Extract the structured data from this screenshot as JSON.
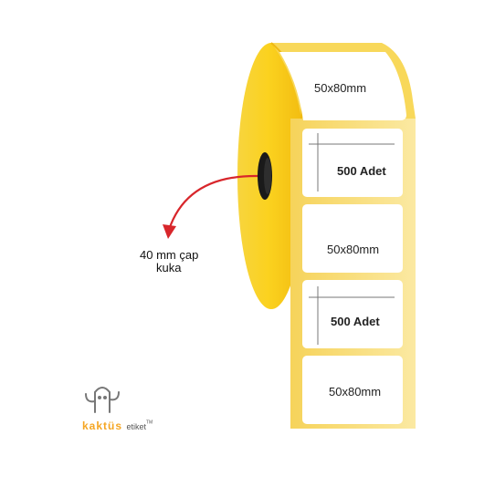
{
  "colors": {
    "roll_yellow": "#f6c71a",
    "roll_light": "#fde07a",
    "roll_dark": "#e8a90d",
    "label_border": "#f2d46a",
    "arrow_red": "#d8262b",
    "core_black": "#1a1a1a",
    "logo_orange": "#f5a623",
    "logo_gray": "#777777"
  },
  "labels": [
    {
      "text": "50x80mm",
      "kind": "size"
    },
    {
      "text": "500 Adet",
      "kind": "quantity"
    },
    {
      "text": "50x80mm",
      "kind": "size"
    },
    {
      "text": "500 Adet",
      "kind": "quantity"
    },
    {
      "text": "50x80mm",
      "kind": "size"
    }
  ],
  "core_callout": {
    "line1": "40 mm çap",
    "line2": "kuka"
  },
  "logo": {
    "icon": "cactus-logo-icon",
    "word": "kaktüs",
    "sub": "etiket",
    "tm": "TM"
  }
}
